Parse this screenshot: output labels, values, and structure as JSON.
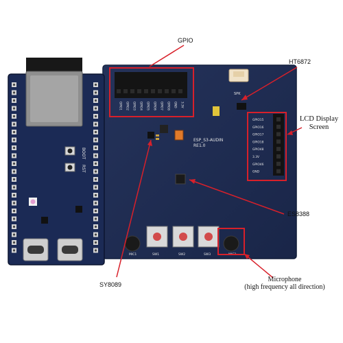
{
  "labels": {
    "gpio": "GPIO",
    "ht6872": "HT6872",
    "lcd_line1": "LCD Display",
    "lcd_line2": "Screen",
    "es8388": "ES8388",
    "sy8089": "SY8089",
    "mic_line1": "Microphone",
    "mic_line2": "(high frequency all direction)"
  },
  "silkscreen": {
    "board_name": "ESP_S3-AUDIN",
    "board_rev": "RE1.0",
    "spk": "SPK",
    "boot": "BOOT",
    "rst": "RST",
    "sw1": "SW1",
    "sw2": "SW2",
    "sw3": "SW3",
    "mic1": "MIC1",
    "mic2": "MIC2",
    "gpio_pins": [
      "GPIO1",
      "GPIO2",
      "GPIO3",
      "GPIO4",
      "GPIO5",
      "GPIO6",
      "GPIO7",
      "GPIO8",
      "GND",
      "3.3V"
    ],
    "lcd_pins": [
      "GPIO15",
      "GPIO16",
      "GPIO17",
      "GPIO18",
      "GPIO48",
      "3.3V",
      "GPIO46",
      "GND"
    ]
  },
  "colors": {
    "board": "#1d2a4d",
    "board_dark": "#14203f",
    "callout_red": "#d8202a",
    "header_black": "#161616",
    "silkscreen": "#e6e6e6"
  }
}
